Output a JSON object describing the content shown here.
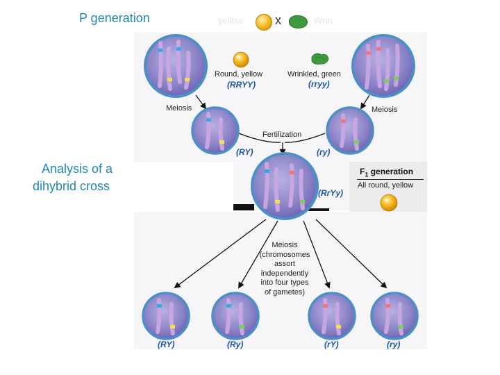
{
  "slide": {
    "title": "P generation",
    "caption_line1": "Analysis of a",
    "caption_line2": "dihybrid cross"
  },
  "header_strip": {
    "left_word": "yellow",
    "cross_symbol": "x",
    "right_word": "Wrin"
  },
  "parents": {
    "left_phenotype": "Round, yellow",
    "left_genotype": "(RRYY)",
    "right_phenotype": "Wrinkled, green",
    "right_genotype": "(rryy)"
  },
  "process": {
    "meiosis_left": "Meiosis",
    "meiosis_right": "Meiosis",
    "fertilization": "Fertilization",
    "gamete_left": "(RY)",
    "gamete_right": "(ry)"
  },
  "f1": {
    "genotype": "(RrYy)",
    "generation_prefix": "F",
    "generation_sub": "1",
    "generation_suffix": " generation",
    "phenotype": "All round, yellow"
  },
  "meiosis_note": [
    "Meiosis",
    "(chromosomes",
    "assort",
    "independently",
    "into four types",
    "of gametes)"
  ],
  "gametes": [
    "(RY)",
    "(Ry)",
    "(rY)",
    "(ry)"
  ],
  "colors": {
    "cell_fill": "#8a82c6",
    "cell_ring": "#4b8fc7",
    "chromosome": "#c7a6e2",
    "caption": "#1f86b8",
    "genotype_text": "#1c55a8",
    "pea_yellow": "#f2b317",
    "pea_green": "#3f9a3d"
  }
}
